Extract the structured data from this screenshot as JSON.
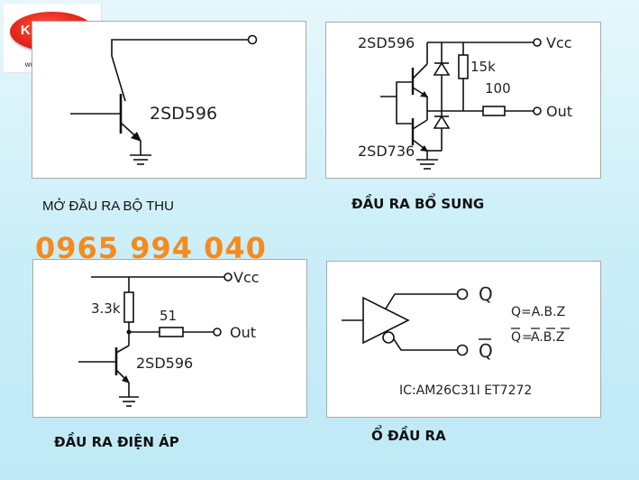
{
  "logo": {
    "brand": "KORESU",
    "url": "www.koresu.com"
  },
  "phone": "0965 994 040",
  "panels": {
    "open_collector": {
      "caption": "MỞ ĐẦU RA BỘ THU",
      "part": "2SD596"
    },
    "complementary": {
      "caption": "ĐẦU RA BỔ SUNG",
      "part_top": "2SD596",
      "part_bottom": "2SD736",
      "resistor_1": "15k",
      "resistor_2": "100",
      "vcc": "Vcc",
      "out": "Out"
    },
    "voltage_output": {
      "caption": "ĐẦU RA ĐIỆN ÁP",
      "part": "2SD596",
      "resistor_1": "3.3k",
      "resistor_2": "51",
      "vcc": "Vcc",
      "out": "Out"
    },
    "line_driver": {
      "caption": "Ổ ĐẦU RA",
      "q": "Q",
      "q_bar": "Q",
      "eq1": "Q=A.B.Z",
      "eq2_lhs": "Q",
      "eq2_rhs": "A.B.Z",
      "ic": "IC:AM26C31I  ET7272"
    }
  }
}
